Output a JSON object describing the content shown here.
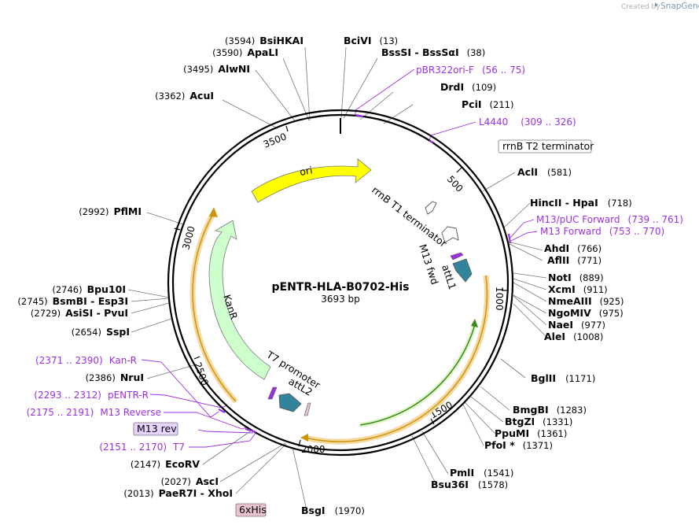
{
  "credit": {
    "created_by": "Created by",
    "brand": "SnapGene"
  },
  "plasmid": {
    "name": "pENTR-HLA-B0702-His",
    "length": "3693 bp"
  },
  "ticks": [
    "500",
    "1000",
    "1500",
    "2000",
    "2500",
    "3000",
    "3500"
  ],
  "features": {
    "ori": "ori",
    "kanr": "KanR",
    "rrnb_t1": "rrnB T1 terminator",
    "rrnb_t2": "rrnB T2 terminator",
    "m13_fwd": "M13 fwd",
    "attl1": "attL1",
    "attl2": "attL2",
    "t7_promoter": "T7 promoter",
    "m13_rev_box": "M13 rev",
    "sixhis_box": "6xHis"
  },
  "sites": {
    "bsihkai": {
      "name": "BsiHKAI",
      "pos": "(3594)"
    },
    "apali": {
      "name": "ApaLI",
      "pos": "(3590)"
    },
    "alwni": {
      "name": "AlwNI",
      "pos": "(3495)"
    },
    "acui": {
      "name": "AcuI",
      "pos": "(3362)"
    },
    "pflmi": {
      "name": "PflMI",
      "pos": "(2992)"
    },
    "bpu10i": {
      "name": "Bpu10I",
      "pos": "(2746)"
    },
    "bsmbi": {
      "name": "BsmBI",
      "sep": " - ",
      "name2": "Esp3I",
      "pos": "(2745)"
    },
    "asisi": {
      "name": "AsiSI",
      "sep": " - ",
      "name2": "PvuI",
      "pos": "(2729)"
    },
    "sspi": {
      "name": "SspI",
      "pos": "(2654)"
    },
    "nrui": {
      "name": "NruI",
      "pos": "(2386)"
    },
    "ecorv": {
      "name": "EcoRV",
      "pos": "(2147)"
    },
    "asci": {
      "name": "AscI",
      "pos": "(2027)"
    },
    "paer7i": {
      "name": "PaeR7I",
      "sep": " - ",
      "name2": "XhoI",
      "pos": "(2013)"
    },
    "bsgi": {
      "name": "BsgI",
      "pos": "(1970)"
    },
    "bcivi": {
      "name": "BciVI",
      "pos": "(13)"
    },
    "bsssi": {
      "name": "BssSI",
      "sep": " - ",
      "name2": "BssSαI",
      "pos": "(38)"
    },
    "drdi": {
      "name": "DrdI",
      "pos": "(109)"
    },
    "pcii": {
      "name": "PciI",
      "pos": "(211)"
    },
    "acli": {
      "name": "AclI",
      "pos": "(581)"
    },
    "hincii": {
      "name": "HincII",
      "sep": " - ",
      "name2": "HpaI",
      "pos": "(718)"
    },
    "ahdi": {
      "name": "AhdI",
      "pos": "(766)"
    },
    "aflii": {
      "name": "AflII",
      "pos": "(771)"
    },
    "noti": {
      "name": "NotI",
      "pos": "(889)"
    },
    "xcmi": {
      "name": "XcmI",
      "pos": "(911)"
    },
    "nmeaiii": {
      "name": "NmeAIII",
      "pos": "(925)"
    },
    "ngomiv": {
      "name": "NgoMIV",
      "pos": "(975)"
    },
    "naei": {
      "name": "NaeI",
      "pos": "(977)"
    },
    "alei": {
      "name": "AleI",
      "pos": "(1008)"
    },
    "bglii": {
      "name": "BglII",
      "pos": "(1171)"
    },
    "bmgbi": {
      "name": "BmgBI",
      "pos": "(1283)"
    },
    "btgzi": {
      "name": "BtgZI",
      "pos": "(1331)"
    },
    "ppumi": {
      "name": "PpuMI",
      "pos": "(1361)"
    },
    "pfoi": {
      "name": "PfoI *",
      "pos": "(1371)"
    },
    "pmli": {
      "name": "PmlI",
      "pos": "(1541)"
    },
    "bsu36i": {
      "name": "Bsu36I",
      "pos": "(1578)"
    }
  },
  "primers": {
    "pbr322ori_f": {
      "name": "pBR322ori-F",
      "range": "(56 .. 75)"
    },
    "l4440": {
      "name": "L4440",
      "range": "(309 .. 326)"
    },
    "m13puc_fwd": {
      "name": "M13/pUC Forward",
      "range": "(739 .. 761)"
    },
    "m13_forward": {
      "name": "M13 Forward",
      "range": "(753 .. 770)"
    },
    "kan_r": {
      "name": "Kan-R",
      "range": "(2371 .. 2390)"
    },
    "pentr_r": {
      "name": "pENTR-R",
      "range": "(2293 .. 2312)"
    },
    "m13_reverse": {
      "name": "M13 Reverse",
      "range": "(2175 .. 2191)"
    },
    "t7": {
      "name": "T7",
      "range": "(2151 .. 2170)"
    }
  },
  "colors": {
    "ori": "#ffff00",
    "kanr": "#ccffcc",
    "attl": "#31849b",
    "orf_highlight": "#f5d9a0",
    "orf_line": "#c9960e",
    "orf2_highlight": "#e0f5c8",
    "orf2_line": "#3a8a1e",
    "primer": "#9b30e0",
    "m13rev_box": "#e6d3ff",
    "sixhis_box": "#e8c2cc"
  }
}
